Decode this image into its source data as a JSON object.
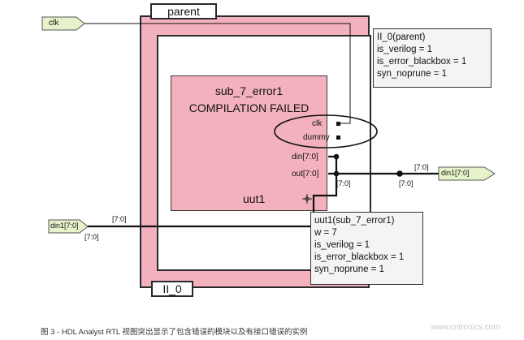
{
  "modules": {
    "parent": {
      "label": "parent"
    },
    "instance": {
      "label": "II_0"
    },
    "child": {
      "name": "sub_7_error1",
      "status": "COMPILATION FAILED",
      "instance_label": "uut1",
      "ports": [
        "clk",
        "dummy",
        "din[7:0]",
        "out[7:0]"
      ]
    }
  },
  "io_ports": {
    "clk": "clk",
    "din_input": "din1[7:0]",
    "din_output": "din1[7:0]"
  },
  "bus_labels": {
    "in_top": "[7:0]",
    "in_bottom": "[7:0]",
    "out_top": "[7:0]",
    "out_bottom": "[7:0]",
    "inner": "[7:0]"
  },
  "info_boxes": {
    "ii0": [
      "II_0(parent)",
      "is_verilog = 1",
      "is_error_blackbox = 1",
      "syn_noprune = 1"
    ],
    "uut1": [
      "uut1(sub_7_error1)",
      "w = 7",
      "is_verilog = 1",
      "is_error_blackbox = 1",
      "syn_noprune = 1"
    ]
  },
  "caption": "图 3 - HDL Analyst RTL 视图突出显示了包含错误的模块以及有接口错误的实例",
  "watermark": "www.cntronics.com",
  "colors": {
    "module_fill": "#f2b1bd",
    "port_fill": "#e6f2c9",
    "wire": "#111111"
  }
}
